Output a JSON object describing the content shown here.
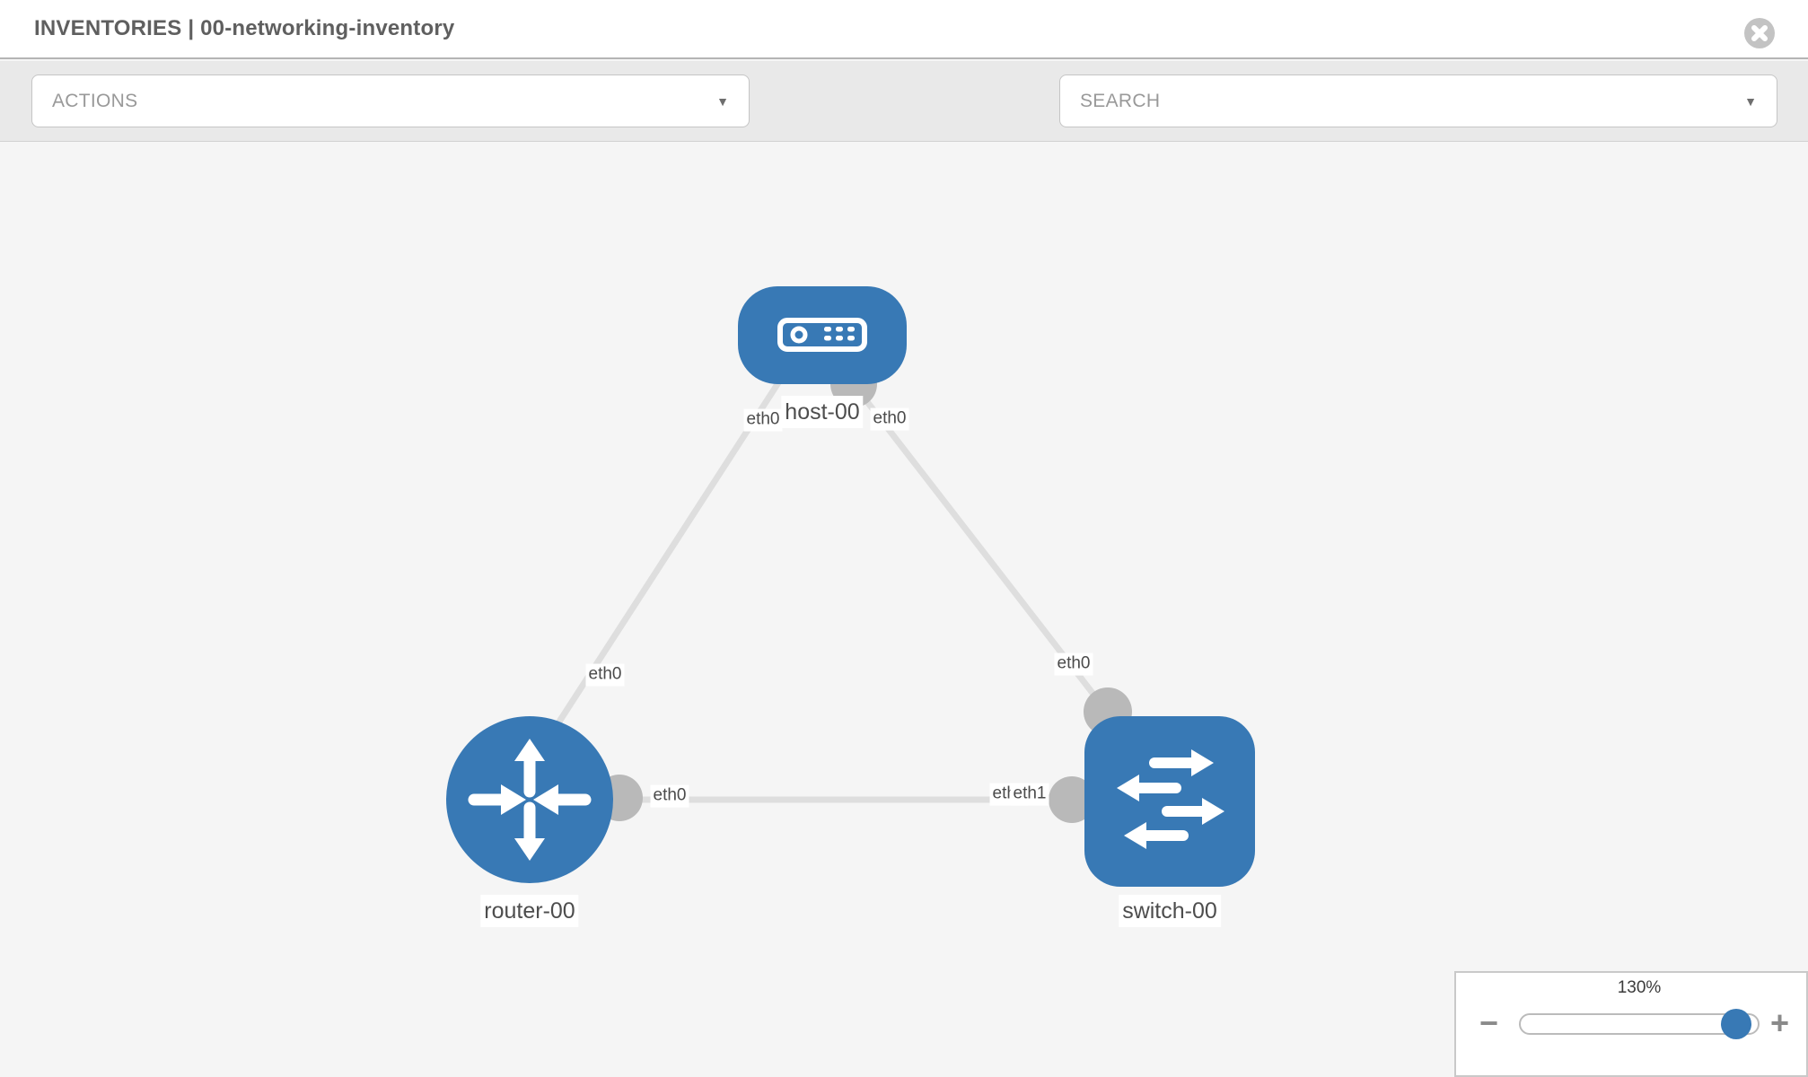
{
  "header": {
    "title": "INVENTORIES | 00-networking-inventory"
  },
  "toolbar": {
    "actions_label": "ACTIONS",
    "search_label": "SEARCH"
  },
  "icons": {
    "dropdown_arrow": "▼",
    "close": "circle-x-icon",
    "tools": "wrench-icon",
    "credentials": "key-icon"
  },
  "topology": {
    "nodes": [
      {
        "label": "host-00",
        "type": "host"
      },
      {
        "label": "router-00",
        "type": "router"
      },
      {
        "label": "switch-00",
        "type": "switch"
      }
    ],
    "links": [
      {
        "from": "host-00",
        "from_interface": "eth0",
        "to": "router-00",
        "to_interface": "eth0"
      },
      {
        "from": "host-00",
        "from_interface": "eth0",
        "to": "switch-00",
        "to_interface": "eth0"
      },
      {
        "from": "router-00",
        "from_interface": "eth0",
        "to": "switch-00",
        "to_interface": "eth1"
      }
    ],
    "interface_labels": {
      "host_to_router": "eth0",
      "host_to_switch": "eth0",
      "router_to_host": "eth0",
      "switch_to_host": "eth0",
      "router_to_switch": "eth0",
      "switch_to_router": "eth1",
      "switch_to_router_occluded": "eth1"
    }
  },
  "zoom_control": {
    "level": "130%",
    "zoom_out": "−",
    "zoom_in": "+"
  },
  "colors": {
    "node_blue": "#3879b5",
    "link_gray": "#dedede",
    "interface_gray": "#b9b9b9",
    "canvas_gray": "#f5f5f5",
    "toolbar_gray": "#e9e9e9"
  }
}
